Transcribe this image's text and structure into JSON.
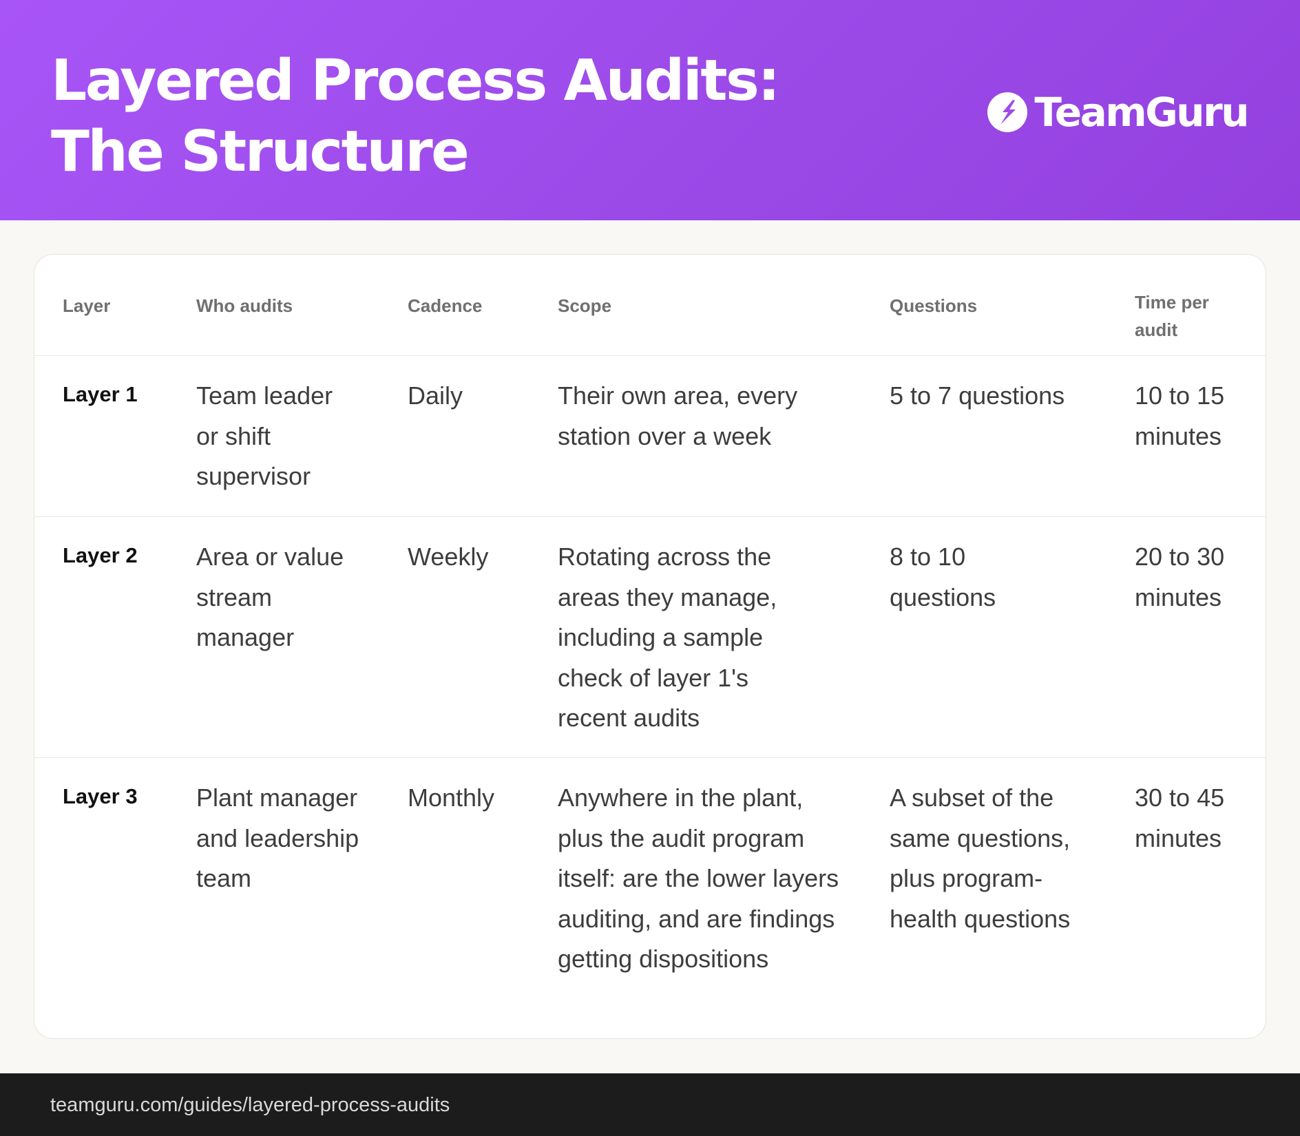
{
  "header": {
    "title": "Layered Process Audits: The Structure",
    "brand": {
      "name": "TeamGuru",
      "icon": "teamguru-logo-icon"
    }
  },
  "table": {
    "columns": [
      "Layer",
      "Who audits",
      "Cadence",
      "Scope",
      "Questions",
      "Time per audit"
    ],
    "rows": [
      {
        "layer": "Layer 1",
        "who": "Team leader or shift supervisor",
        "cadence": "Daily",
        "scope": "Their own area, every station over a week",
        "questions": "5 to 7 questions",
        "time": "10 to 15 minutes"
      },
      {
        "layer": "Layer 2",
        "who": "Area or value stream manager",
        "cadence": "Weekly",
        "scope": "Rotating across the areas they manage, including a sample check of layer 1's recent audits",
        "questions": "8 to 10 questions",
        "time": "20 to 30 minutes"
      },
      {
        "layer": "Layer 3",
        "who": "Plant manager and leadership team",
        "cadence": "Monthly",
        "scope": "Anywhere in the plant, plus the audit program itself: are the lower layers auditing, and are findings getting dispositions",
        "questions": "A subset of the same questions, plus program-health questions",
        "time": "30 to 45 minutes"
      }
    ]
  },
  "footer": {
    "url": "teamguru.com/guides/layered-process-audits"
  },
  "colors": {
    "header_gradient_start": "#a855f7",
    "header_gradient_end": "#9340df",
    "page_background": "#f9f8f4",
    "footer_background": "#1c1c1c"
  }
}
